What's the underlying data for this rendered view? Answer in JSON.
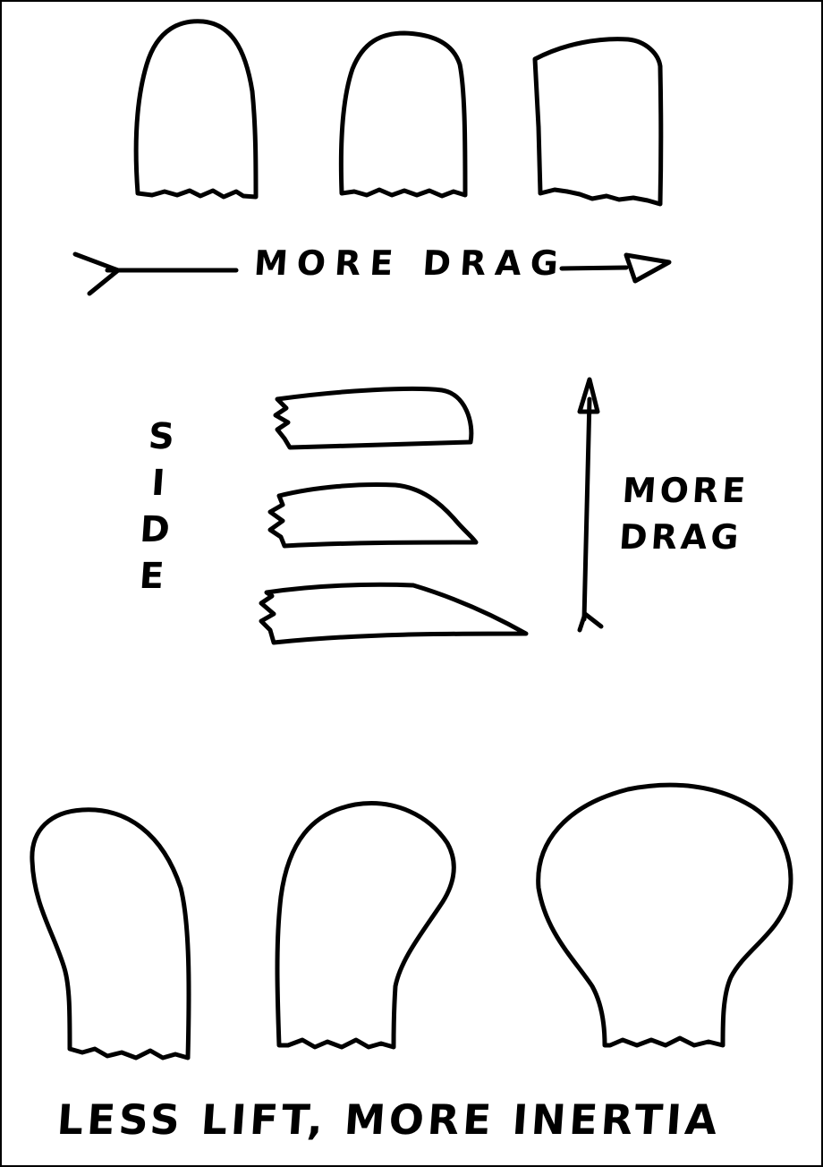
{
  "top_row": {
    "arrow_label": "MORE DRAG"
  },
  "middle_row": {
    "side_letters": [
      "S",
      "I",
      "D",
      "E"
    ],
    "arrow_label_lines": [
      "MORE",
      "DRAG"
    ]
  },
  "bottom_row": {
    "caption": "LESS LIFT, MORE INERTIA"
  }
}
